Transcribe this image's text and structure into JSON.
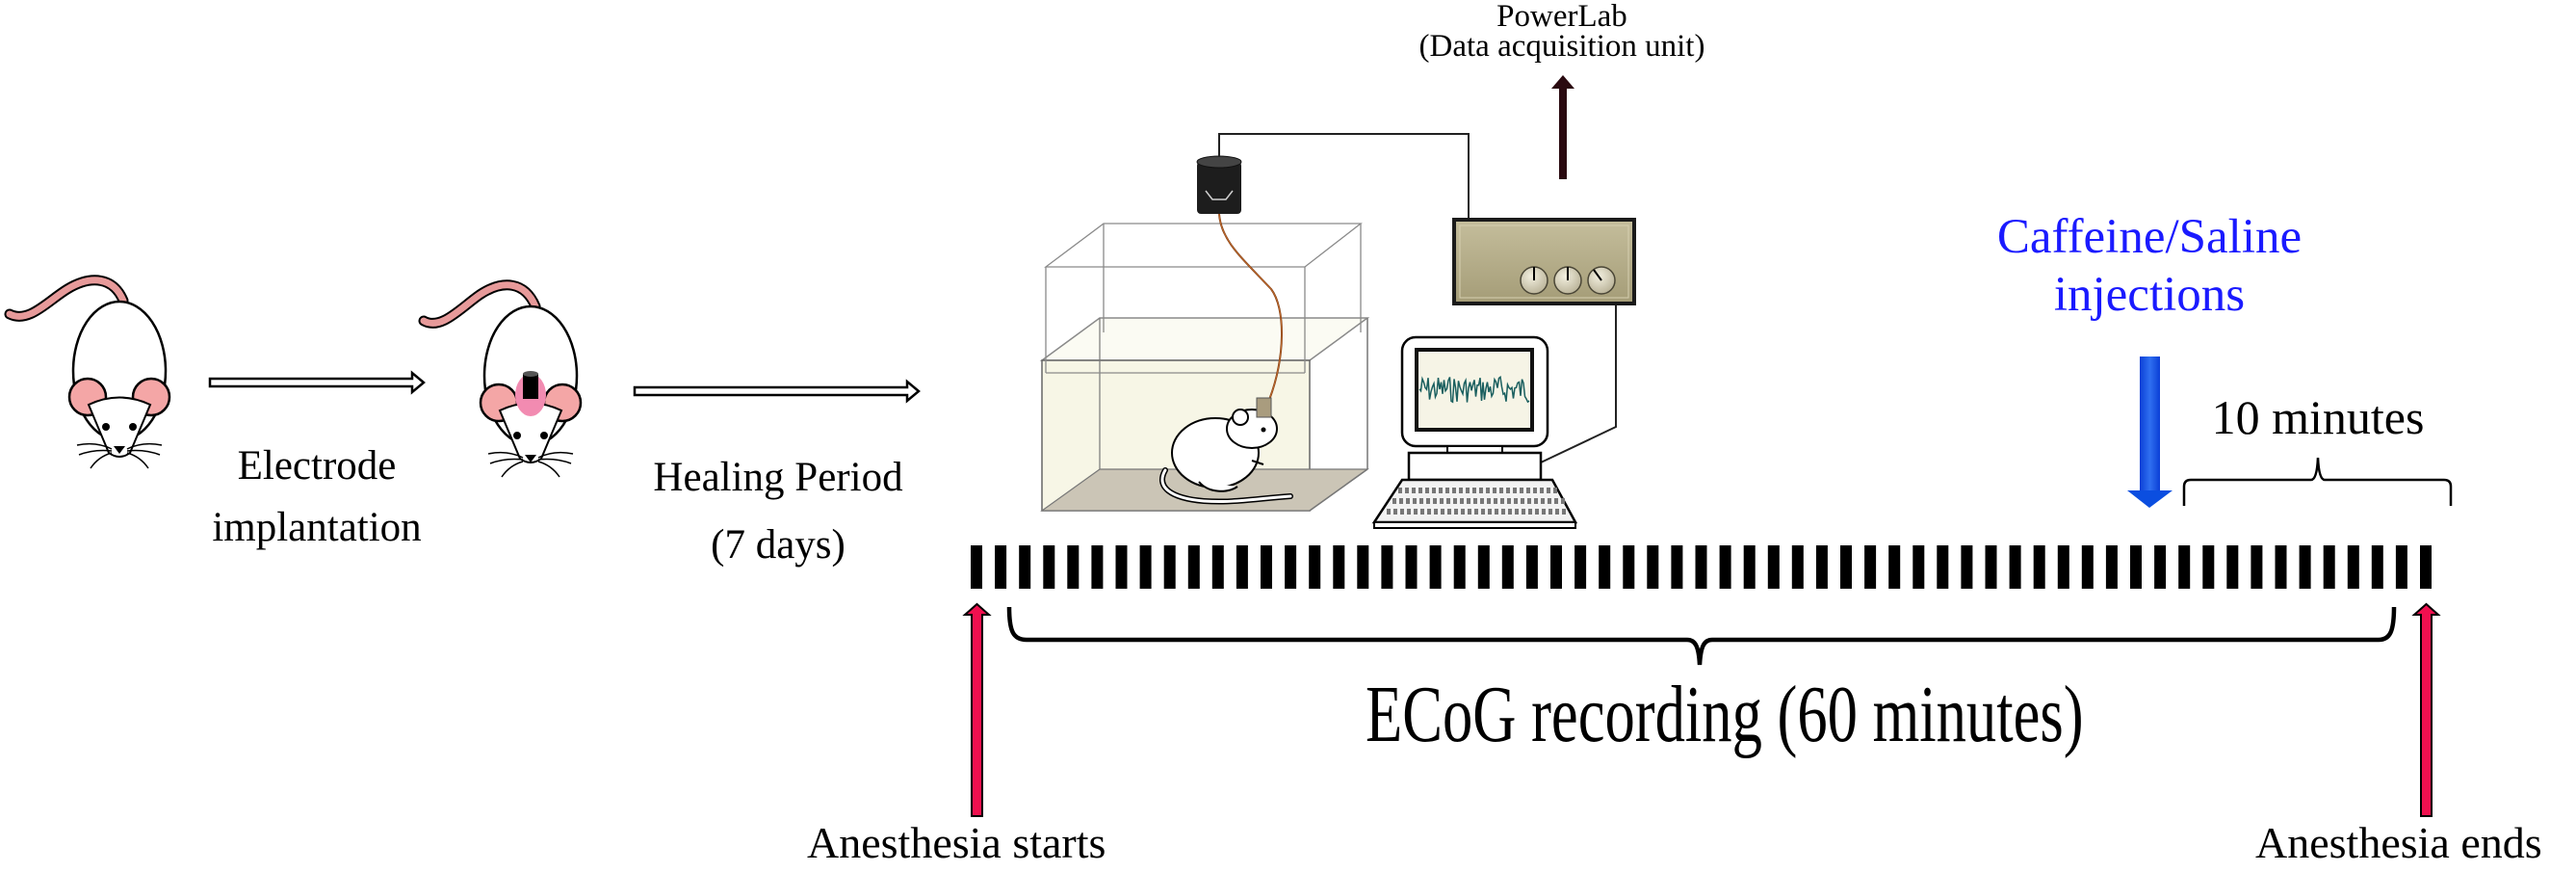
{
  "figure": {
    "title": "Experimental protocol timeline",
    "steps": [
      {
        "id": "electrode-implantation",
        "label_lines": [
          "Electrode",
          "implantation"
        ]
      },
      {
        "id": "healing-period",
        "label_lines": [
          "Healing Period",
          "(7 days)"
        ]
      }
    ],
    "apparatus": {
      "powerlab_lines": [
        "PowerLab",
        "(Data acquisition unit)"
      ]
    },
    "injection": {
      "label_lines": [
        "Caffeine/Saline",
        "injections"
      ],
      "post_injection_window": "10 minutes"
    },
    "timeline": {
      "recording_label": "ECoG recording (60 minutes)",
      "tick_count": 61,
      "start_label": "Anesthesia starts",
      "end_label": "Anesthesia ends",
      "injection_position_fraction": 0.862,
      "window_start_fraction": 0.838,
      "window_end_fraction": 1.02
    },
    "colors": {
      "injection_text": "#1a1aff",
      "injection_arrow": "#1555e0",
      "anesthesia_arrow": "#f0104f",
      "mouse_ear": "#f4a6a6",
      "mouse_tail": "#e79a9a",
      "powerlab_body": "#b3ab88",
      "cage_floor": "#cbc5b6",
      "cage_fill": "#f7f6e6"
    }
  }
}
